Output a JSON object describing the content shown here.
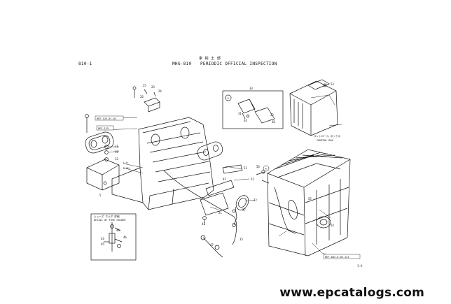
{
  "header": {
    "section": "810-1",
    "code": "MHG-810",
    "jp": "車 検 土 部",
    "title": "PERIODIC OFFICIAL INSPECTION"
  },
  "callouts": {
    "ref_a": "REF.125-01.02",
    "ref_b": "REF.125",
    "ref_c": "REF.002-0.05.141",
    "control_box_jp": "コントロール ボックス",
    "control_box": "CONTROL BOX",
    "detail_jp": "ヒューズ ホルダ 詳細",
    "detail": "DETAIL OF FUSE HOLDER",
    "view_a": "A",
    "view_a2": "A",
    "lh": "L.H",
    "rh": "2 RH"
  },
  "parts": [
    "11",
    "12",
    "13",
    "5",
    "21",
    "22",
    "23",
    "24",
    "25",
    "26",
    "27",
    "31",
    "32",
    "33",
    "34",
    "35",
    "36",
    "41",
    "42",
    "43",
    "44",
    "45",
    "46",
    "47",
    "51",
    "52",
    "53",
    "54",
    "55",
    "56"
  ],
  "footer": {
    "page": "1-A",
    "watermark": "www.epcatalogs.com"
  }
}
